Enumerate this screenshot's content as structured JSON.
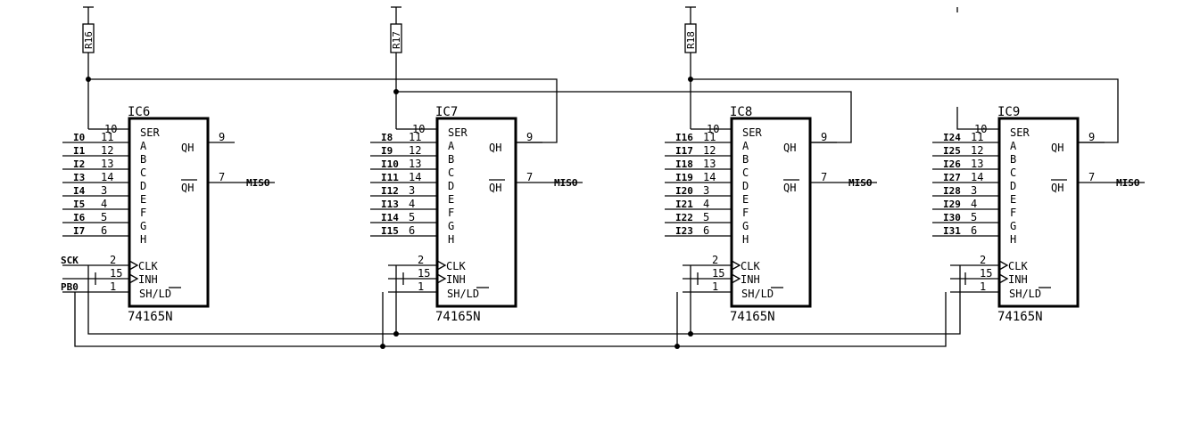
{
  "chips": [
    {
      "name": "IC6",
      "part": "74165N",
      "resistor": "R16",
      "inputs": [
        "I0",
        "I1",
        "I2",
        "I3",
        "I4",
        "I5",
        "I6",
        "I7"
      ],
      "ctrl_labels": [
        "SCK",
        "",
        "PB0"
      ],
      "miso": "MISO"
    },
    {
      "name": "IC7",
      "part": "74165N",
      "resistor": "R17",
      "inputs": [
        "I8",
        "I9",
        "I10",
        "I11",
        "I12",
        "I13",
        "I14",
        "I15"
      ],
      "ctrl_labels": [
        "",
        "",
        ""
      ],
      "miso": "MISO"
    },
    {
      "name": "IC8",
      "part": "74165N",
      "resistor": "R18",
      "inputs": [
        "I16",
        "I17",
        "I18",
        "I19",
        "I20",
        "I21",
        "I22",
        "I23"
      ],
      "ctrl_labels": [
        "",
        "",
        ""
      ],
      "miso": "MISO"
    },
    {
      "name": "IC9",
      "part": "74165N",
      "resistor": "",
      "inputs": [
        "I24",
        "I25",
        "I26",
        "I27",
        "I28",
        "I29",
        "I30",
        "I31"
      ],
      "ctrl_labels": [
        "",
        "",
        ""
      ],
      "miso": "MISO"
    }
  ],
  "pins": {
    "ser": "SER",
    "data": [
      "A",
      "B",
      "C",
      "D",
      "E",
      "F",
      "G",
      "H"
    ],
    "data_nums": [
      "11",
      "12",
      "13",
      "14",
      "3",
      "4",
      "5",
      "6"
    ],
    "ser_num": "10",
    "ctrl": [
      "CLK",
      "INH",
      "SH/LD"
    ],
    "ctrl_nums": [
      "2",
      "15",
      "1"
    ],
    "qh": "QH",
    "qh_num": "9",
    "qhn": "QH",
    "qhn_num": "7"
  }
}
